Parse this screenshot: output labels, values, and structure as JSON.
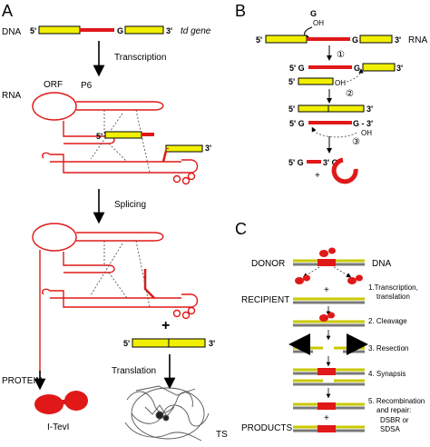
{
  "panels": {
    "a": "A",
    "b": "B",
    "c": "C"
  },
  "panel_a": {
    "dna_label": "DNA",
    "five": "5'",
    "g": "G",
    "three": "3'",
    "gene": "td gene",
    "transcription": "Transcription",
    "rna_label": "RNA",
    "orf": "ORF",
    "p6": "P6",
    "splicing": "Splicing",
    "protein": "PROTEIN",
    "translation": "Translation",
    "itevi": "I-TevI",
    "ts": "TS",
    "plus": "+"
  },
  "panel_b": {
    "g": "G",
    "oh": "OH",
    "five": "5'",
    "three": "3'",
    "rna": "RNA",
    "step1": "①",
    "step2": "②",
    "step3": "③",
    "gdash": "G - 3'",
    "plus": "+"
  },
  "panel_c": {
    "donor": "DONOR",
    "dna": "DNA",
    "recipient": "RECIPIENT",
    "products": "PRODUCTS",
    "step1a": "1.Transcription,",
    "step1b": "translation",
    "step2": "2. Cleavage",
    "step3": "3. Resection",
    "step4": "4. Synapsis",
    "step5a": "5. Recombination",
    "step5b": "and repair:",
    "step5c": "DSBR or",
    "step5d": "SDSA",
    "plus": "+"
  },
  "colors": {
    "exon": "#f0f000",
    "intron": "#e01818",
    "protein": "#e01818"
  }
}
